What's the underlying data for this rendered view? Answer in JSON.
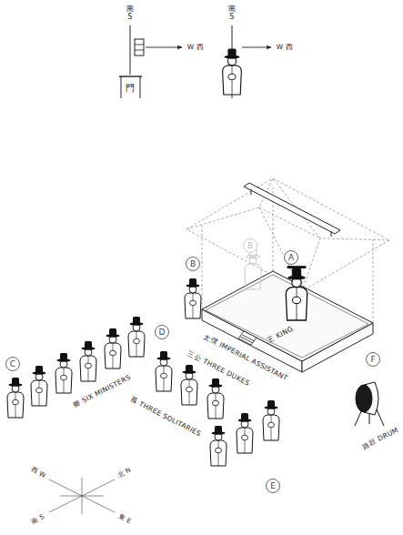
{
  "diagram": {
    "nodes": [
      {
        "text": [
          "A"
        ]
      },
      {
        "text": [
          "B"
        ]
      },
      {
        "text": [
          "B"
        ]
      },
      {
        "text": [
          "C"
        ]
      },
      {
        "text": [
          "D"
        ]
      },
      {
        "text": [
          "E"
        ]
      },
      {
        "text": [
          "F"
        ]
      }
    ],
    "labels": [
      "南 S",
      "W 西",
      "門",
      "南 S",
      "W 西",
      "王 KING",
      "太僕 IMPERIAL ASSISTANT",
      "三公 THREE DUKES",
      "卿 SIX MINISTERS",
      "孤 THREE SOLITARIES",
      "路鼓 DRUM",
      "北 N",
      "東 E",
      "南 S",
      "西 W"
    ]
  }
}
